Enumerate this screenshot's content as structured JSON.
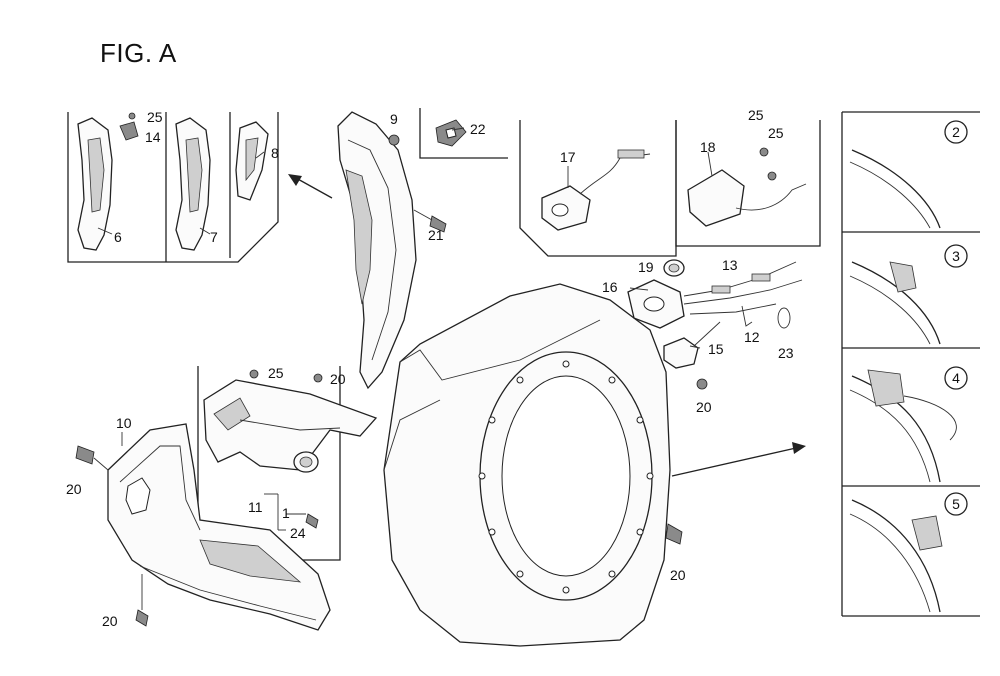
{
  "figure": {
    "title": "FIG. A"
  },
  "callouts": [
    {
      "id": "c25a",
      "text": "25"
    },
    {
      "id": "c14",
      "text": "14"
    },
    {
      "id": "c8",
      "text": "8"
    },
    {
      "id": "c6",
      "text": "6"
    },
    {
      "id": "c7",
      "text": "7"
    },
    {
      "id": "c9",
      "text": "9"
    },
    {
      "id": "c22",
      "text": "22"
    },
    {
      "id": "c21",
      "text": "21"
    },
    {
      "id": "c17",
      "text": "17"
    },
    {
      "id": "c18",
      "text": "18"
    },
    {
      "id": "c25b",
      "text": "25"
    },
    {
      "id": "c25c",
      "text": "25"
    },
    {
      "id": "c19",
      "text": "19"
    },
    {
      "id": "c13",
      "text": "13"
    },
    {
      "id": "c16",
      "text": "16"
    },
    {
      "id": "c15",
      "text": "15"
    },
    {
      "id": "c12",
      "text": "12"
    },
    {
      "id": "c23",
      "text": "23"
    },
    {
      "id": "c20a",
      "text": "20"
    },
    {
      "id": "c25d",
      "text": "25"
    },
    {
      "id": "c20b",
      "text": "20"
    },
    {
      "id": "c10",
      "text": "10"
    },
    {
      "id": "c20c",
      "text": "20"
    },
    {
      "id": "c11",
      "text": "11"
    },
    {
      "id": "c1",
      "text": "1"
    },
    {
      "id": "c24",
      "text": "24"
    },
    {
      "id": "c20d",
      "text": "20"
    },
    {
      "id": "c20e",
      "text": "20"
    }
  ],
  "variants": [
    {
      "id": "v2",
      "text": "2"
    },
    {
      "id": "v3",
      "text": "3"
    },
    {
      "id": "v4",
      "text": "4"
    },
    {
      "id": "v5",
      "text": "5"
    }
  ]
}
